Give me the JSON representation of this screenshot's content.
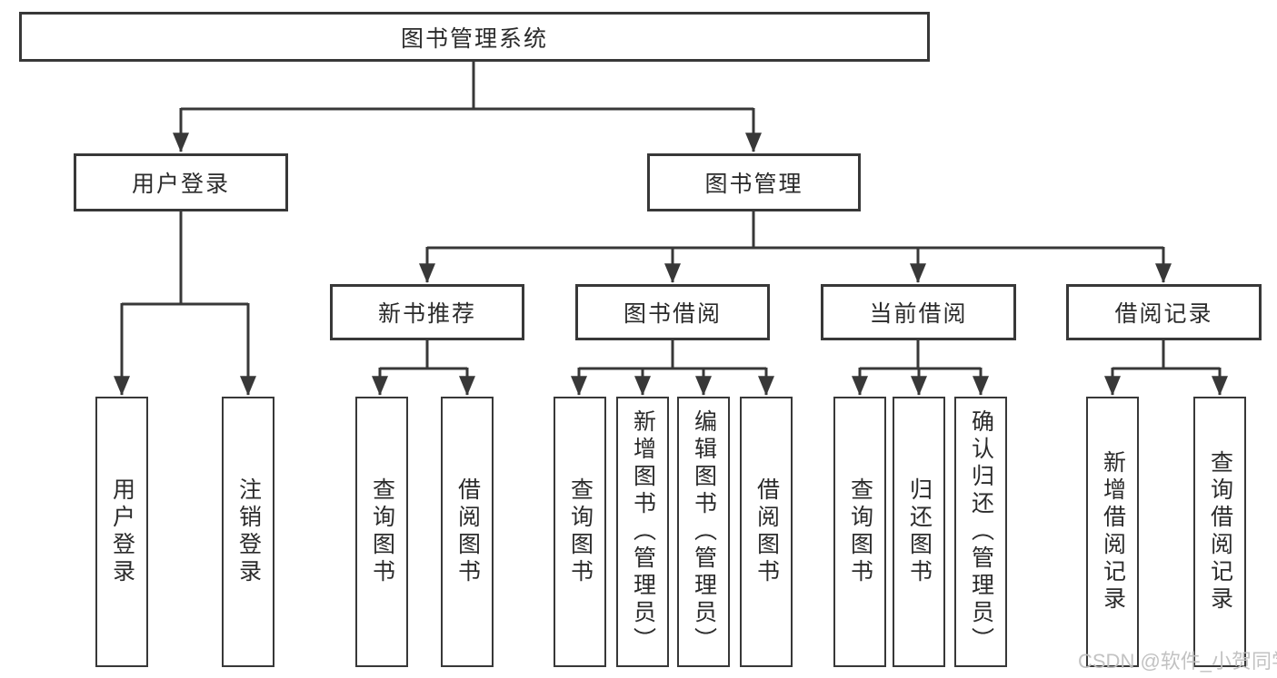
{
  "diagram": {
    "root": {
      "label": "图书管理系统"
    },
    "level2": [
      {
        "label": "用户登录"
      },
      {
        "label": "图书管理"
      }
    ],
    "level3": [
      {
        "label": "新书推荐"
      },
      {
        "label": "图书借阅"
      },
      {
        "label": "当前借阅"
      },
      {
        "label": "借阅记录"
      }
    ],
    "leaves": [
      {
        "label": "用户登录"
      },
      {
        "label": "注销登录"
      },
      {
        "label": "查询图书"
      },
      {
        "label": "借阅图书"
      },
      {
        "label": "查询图书"
      },
      {
        "label": "新增图书（管理员）"
      },
      {
        "label": "编辑图书（管理员）"
      },
      {
        "label": "借阅图书"
      },
      {
        "label": "查询图书"
      },
      {
        "label": "归还图书"
      },
      {
        "label": "确认归还（管理员）"
      },
      {
        "label": "新增借阅记录"
      },
      {
        "label": "查询借阅记录"
      }
    ]
  },
  "watermark": {
    "text": "CSDN @软件_小贺同学"
  },
  "colors": {
    "line": "#383838",
    "text": "#2b2b2b",
    "watermark": "#bfbfbf",
    "background": "#ffffff"
  }
}
